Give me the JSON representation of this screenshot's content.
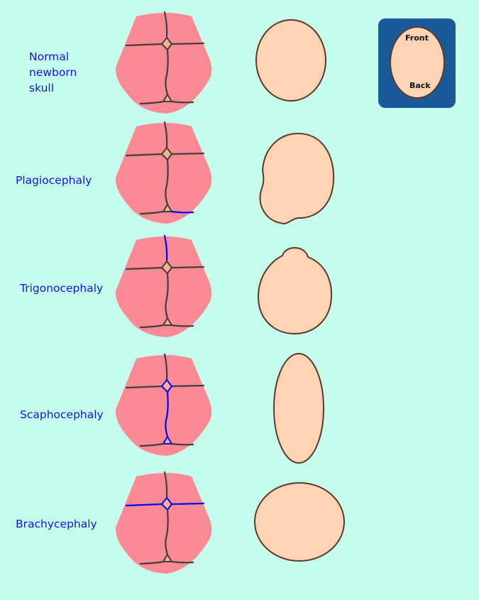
{
  "colors": {
    "background": "#c6fcee",
    "skull": "#fc8a94",
    "head": "#fed4b5",
    "outline": "#5a3a24",
    "suture": "#3f3f3f",
    "highlight": "#0000ff",
    "legend_bg": "#1a5a9a"
  },
  "legend": {
    "front": "Front",
    "back": "Back"
  },
  "rows": [
    {
      "label": "Normal newborn skull",
      "highlight": []
    },
    {
      "label": "Plagiocephaly",
      "highlight": [
        "right-lambdoid"
      ]
    },
    {
      "label": "Trigonocephaly",
      "highlight": [
        "metopic"
      ]
    },
    {
      "label": "Scaphocephaly",
      "highlight": [
        "sagittal"
      ]
    },
    {
      "label": "Brachycephaly",
      "highlight": [
        "coronal"
      ]
    }
  ]
}
